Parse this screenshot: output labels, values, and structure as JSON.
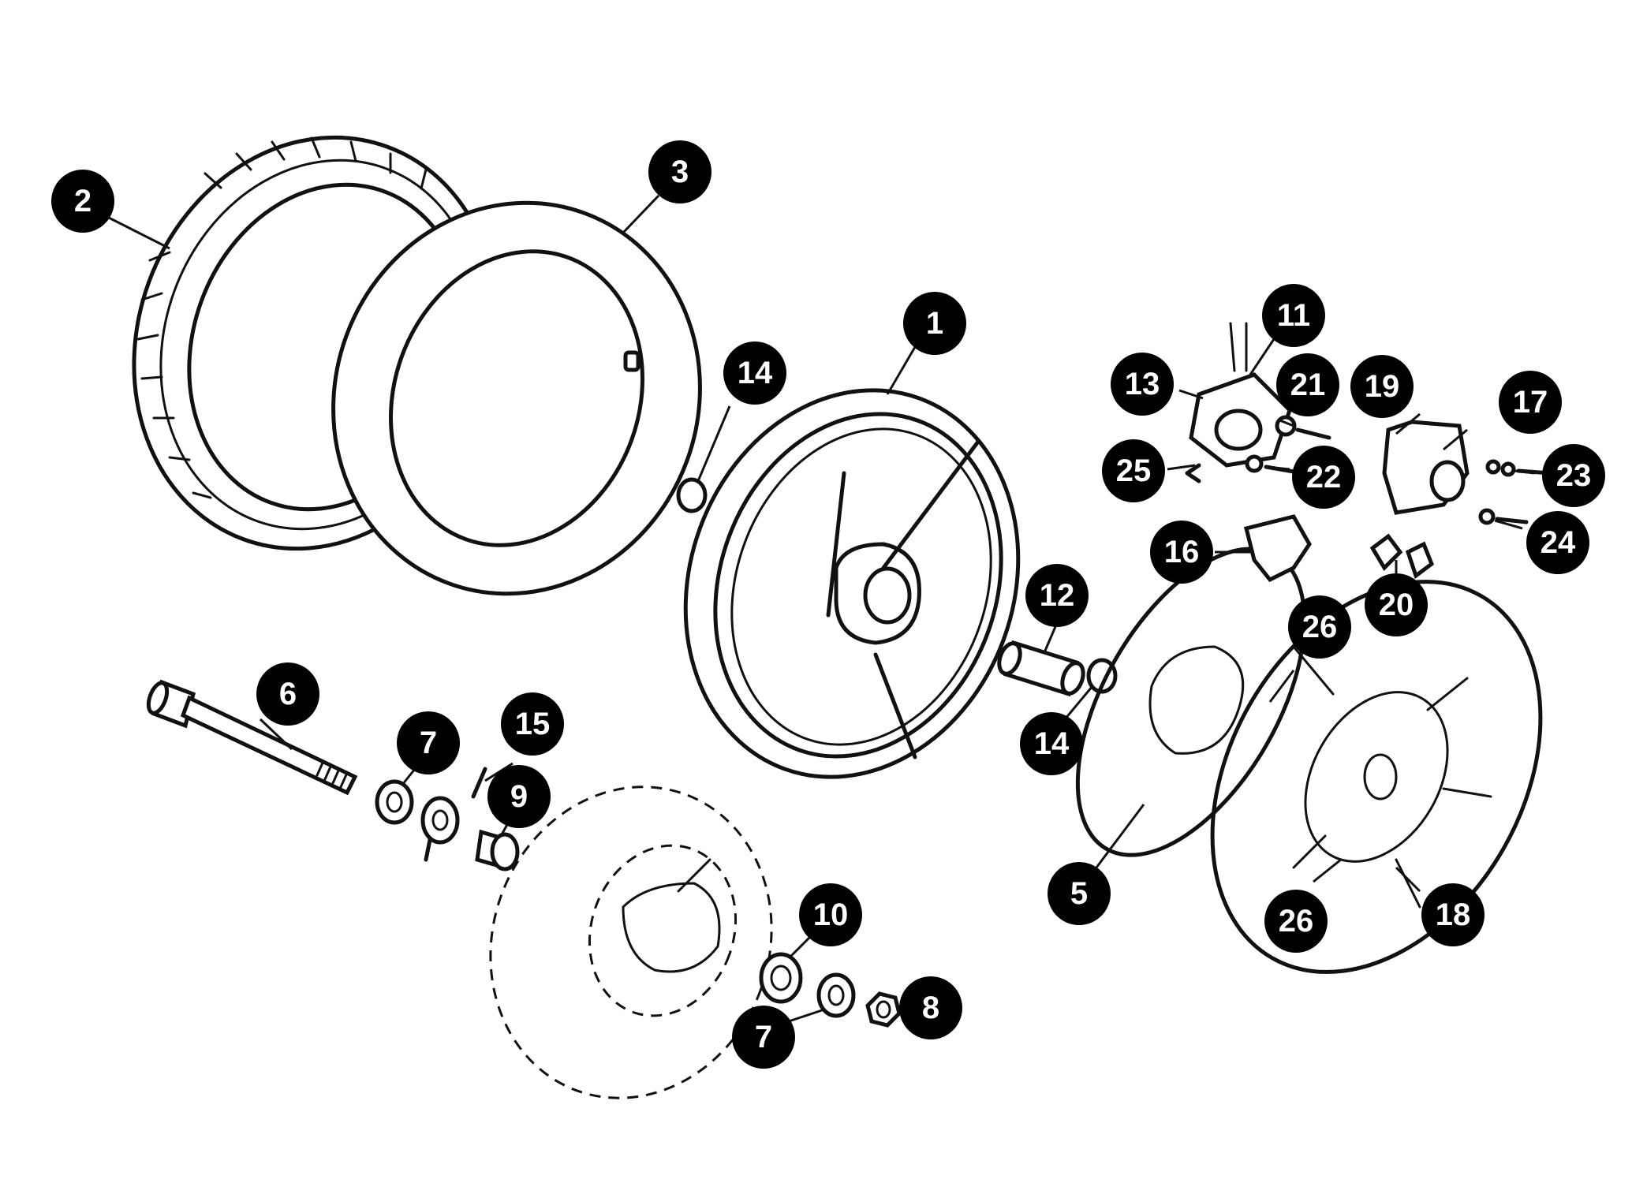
{
  "callouts": [
    {
      "id": "2",
      "label": "2"
    },
    {
      "id": "3",
      "label": "3"
    },
    {
      "id": "1",
      "label": "1"
    },
    {
      "id": "14a",
      "label": "14"
    },
    {
      "id": "11",
      "label": "11"
    },
    {
      "id": "13",
      "label": "13"
    },
    {
      "id": "21",
      "label": "21"
    },
    {
      "id": "19",
      "label": "19"
    },
    {
      "id": "17",
      "label": "17"
    },
    {
      "id": "25",
      "label": "25"
    },
    {
      "id": "22",
      "label": "22"
    },
    {
      "id": "23",
      "label": "23"
    },
    {
      "id": "24",
      "label": "24"
    },
    {
      "id": "16",
      "label": "16"
    },
    {
      "id": "20",
      "label": "20"
    },
    {
      "id": "12",
      "label": "12"
    },
    {
      "id": "26a",
      "label": "26"
    },
    {
      "id": "14b",
      "label": "14"
    },
    {
      "id": "6",
      "label": "6"
    },
    {
      "id": "7a",
      "label": "7"
    },
    {
      "id": "15",
      "label": "15"
    },
    {
      "id": "9",
      "label": "9"
    },
    {
      "id": "5",
      "label": "5"
    },
    {
      "id": "26b",
      "label": "26"
    },
    {
      "id": "18",
      "label": "18"
    },
    {
      "id": "10",
      "label": "10"
    },
    {
      "id": "7b",
      "label": "7"
    },
    {
      "id": "8",
      "label": "8"
    }
  ]
}
